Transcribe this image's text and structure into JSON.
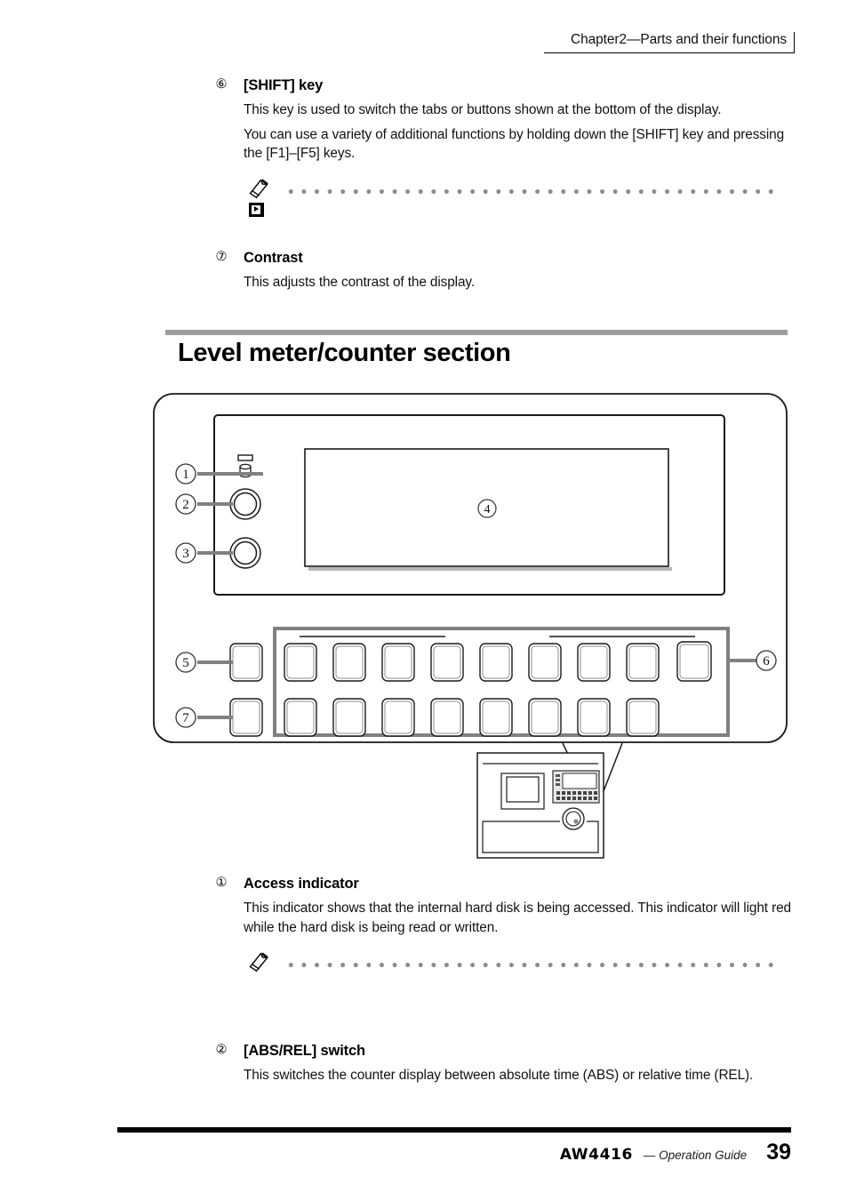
{
  "header": {
    "text": "Chapter2—Parts and their functions"
  },
  "entries": [
    {
      "num": "⑥",
      "title": "[SHIFT] key",
      "paragraphs": [
        "This key is used to switch the tabs or buttons shown at the bottom of the display.",
        "You can use a variety of additional functions by holding down the [SHIFT] key and pressing the [F1]–[F5] keys."
      ]
    },
    {
      "num": "⑦",
      "title": "Contrast",
      "paragraphs": [
        "This adjusts the contrast of the display."
      ]
    },
    {
      "num": "①",
      "title": "Access indicator",
      "paragraphs": [
        "This indicator shows that the internal hard disk is being accessed. This indicator will light red while the hard disk is being read or written."
      ]
    },
    {
      "num": "②",
      "title": "[ABS/REL] switch",
      "paragraphs": [
        "This switches the counter display between absolute time (ABS) or relative time (REL)."
      ]
    }
  ],
  "section": {
    "title": "Level meter/counter section",
    "rule_color": "#9e9e9e"
  },
  "figure": {
    "callouts": [
      {
        "id": "1",
        "label": "①"
      },
      {
        "id": "2",
        "label": "②"
      },
      {
        "id": "3",
        "label": "③"
      },
      {
        "id": "4",
        "label": "④"
      },
      {
        "id": "5",
        "label": "⑤"
      },
      {
        "id": "6",
        "label": "⑥"
      },
      {
        "id": "7",
        "label": "⑦"
      }
    ],
    "top_button_count": 9,
    "bottom_button_count": 8,
    "leader_color": "#808080",
    "outline_color": "#1a1a1a"
  },
  "notes": [
    {
      "icon": "pencil-icon",
      "has_play_icon": true
    },
    {
      "icon": "pencil-icon",
      "has_play_icon": false
    }
  ],
  "footer": {
    "logo": "AW4416",
    "guide": "— Operation Guide",
    "page": "39"
  }
}
